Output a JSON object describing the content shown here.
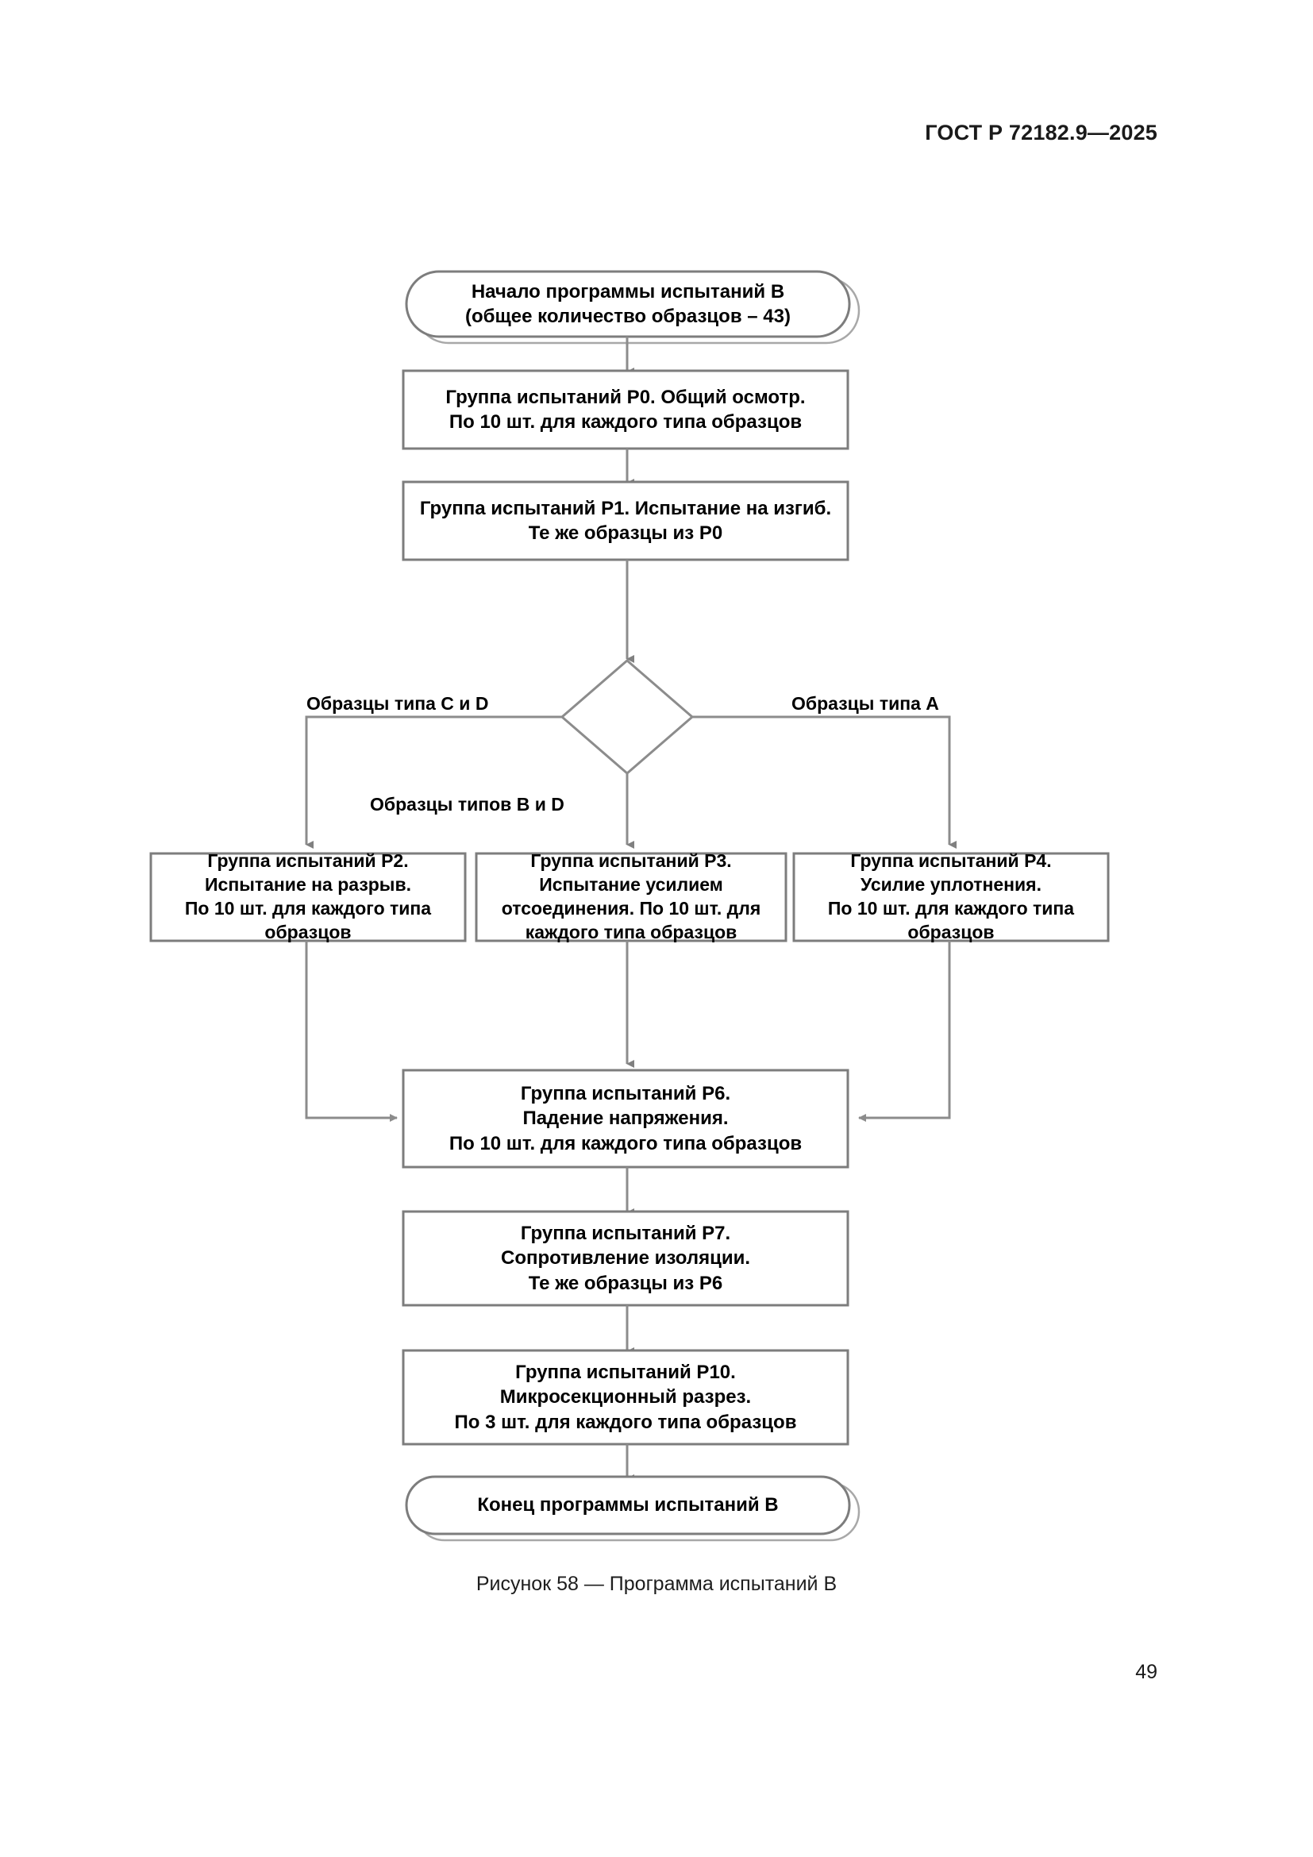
{
  "page": {
    "header": "ГОСТ Р 72182.9—2025",
    "number": "49",
    "caption": "Рисунок 58 — Программа испытаний В"
  },
  "colors": {
    "stroke": "#808080",
    "text": "#000000",
    "background": "#ffffff"
  },
  "flowchart": {
    "title": "Программа испытаний В",
    "nodes": {
      "start": {
        "shape": "terminator",
        "label": "Начало программы испытаний В\n(общее количество образцов – 43)"
      },
      "p0": {
        "shape": "process",
        "label": "Группа испытаний Р0. Общий  осмотр.\nПо 10 шт. для каждого типа  образцов"
      },
      "p1": {
        "shape": "process",
        "label": "Группа испытаний Р1. Испытание  на изгиб.\nТе же образцы из Р0"
      },
      "decision": {
        "shape": "decision",
        "label": ""
      },
      "p2": {
        "shape": "process",
        "label": "Группа испытаний Р2.\nИспытание на разрыв.\nПо 10 шт. для каждого  типа\nобразцов"
      },
      "p3": {
        "shape": "process",
        "label": "Группа испытаний Р3.\nИспытание усилием\nотсоединения. По 10 шт. для\nкаждого типа  образцов"
      },
      "p4": {
        "shape": "process",
        "label": "Группа испытаний Р4.\nУсилие уплотнения.\nПо 10 шт. для каждого  типа\nобразцов"
      },
      "p6": {
        "shape": "process",
        "label": "Группа испытаний Р6.\nПадение напряжения.\nПо 10 шт. для каждого типа образцов"
      },
      "p7": {
        "shape": "process",
        "label": "Группа испытаний Р7.\nСопротивление изоляции.\nТе же образцы из Р6"
      },
      "p10": {
        "shape": "process",
        "label": "Группа испытаний Р10.\nМикросекционный разрез.\nПо 3 шт. для каждого типа образцов"
      },
      "end": {
        "shape": "terminator",
        "label": "Конец программы испытаний В"
      }
    },
    "edge_labels": {
      "left_branch": "Образцы типа C и D",
      "right_branch": "Образцы типа A",
      "center_branch": "Образцы типов  B и D"
    }
  }
}
